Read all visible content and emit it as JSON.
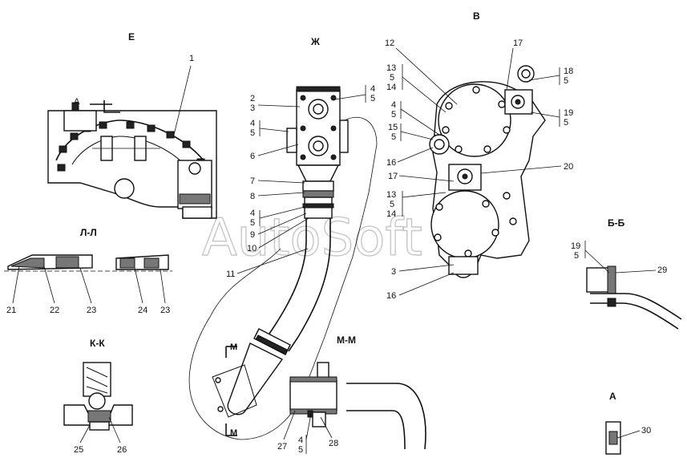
{
  "views": {
    "E": "Е",
    "Zh": "Ж",
    "V": "В",
    "LL": "Л-Л",
    "BB": "Б-Б",
    "KK": "К-К",
    "MM": "М-М",
    "A": "А",
    "A_marker": "А",
    "M_top": "М",
    "M_bottom": "М"
  },
  "watermark": "AutoSoft",
  "callouts": {
    "c1": "1",
    "zh_2": "2",
    "zh_3": "3",
    "zh_4a": "4",
    "zh_5a": "5",
    "zh_4b": "4",
    "zh_5b": "5",
    "zh_6": "6",
    "zh_7": "7",
    "zh_8": "8",
    "zh_4c": "4",
    "zh_5c": "5",
    "zh_9": "9",
    "zh_10": "10",
    "zh_11": "11",
    "v_12": "12",
    "v_13a": "13",
    "v_5a": "5",
    "v_14a": "14",
    "v_4": "4",
    "v_5b": "5",
    "v_15": "15",
    "v_5c": "5",
    "v_16a": "16",
    "v_17a": "17",
    "v_17b": "17",
    "v_18": "18",
    "v_5d": "5",
    "v_19": "19",
    "v_5e": "5",
    "v_20": "20",
    "v_13b": "13",
    "v_5f": "5",
    "v_14b": "14",
    "v_3": "3",
    "v_16b": "16",
    "ll_21": "21",
    "ll_22": "22",
    "ll_23a": "23",
    "ll_24": "24",
    "ll_23b": "23",
    "bb_19": "19",
    "bb_5": "5",
    "bb_29": "29",
    "kk_25": "25",
    "kk_26": "26",
    "mm_27": "27",
    "mm_4": "4",
    "mm_5": "5",
    "mm_28": "28",
    "a_30": "30"
  }
}
